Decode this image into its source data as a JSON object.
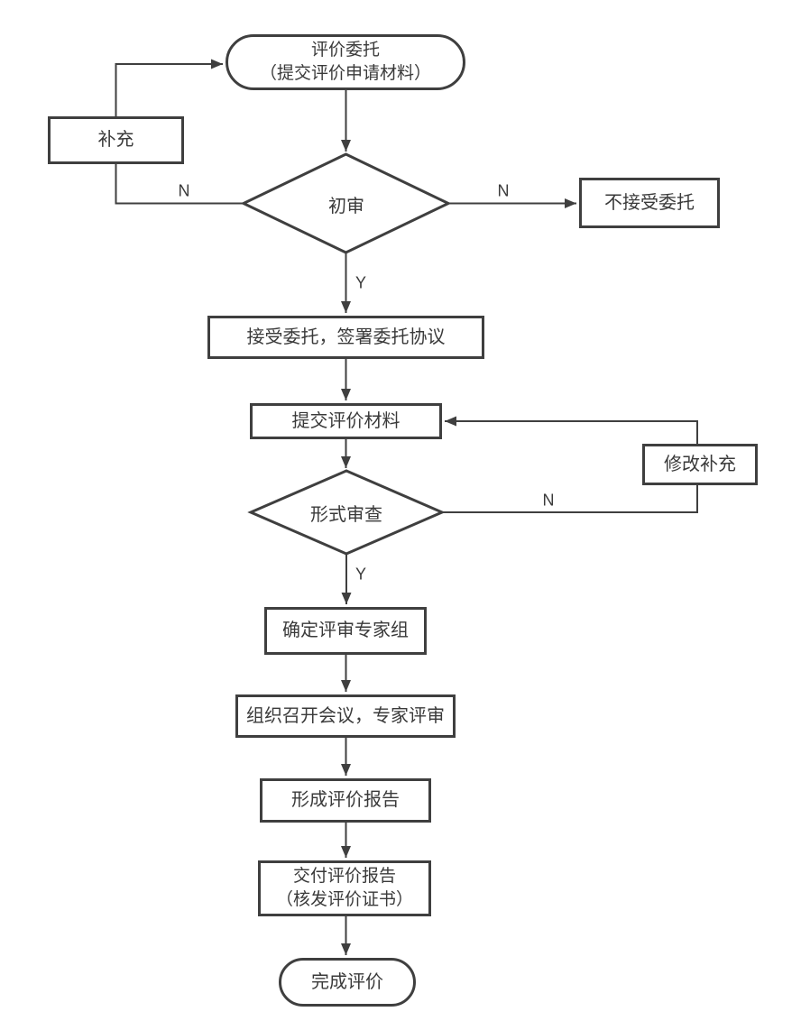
{
  "flowchart": {
    "colors": {
      "background": "#ffffff",
      "line": "#3f3f3f",
      "text": "#3a3a3a"
    },
    "nodes": {
      "start": {
        "type": "terminator",
        "lines": [
          "评价委托",
          "（提交评价申请材料）"
        ]
      },
      "supplement": {
        "type": "process",
        "label": "补充"
      },
      "initial_review": {
        "type": "decision",
        "label": "初审"
      },
      "reject": {
        "type": "process",
        "label": "不接受委托"
      },
      "accept": {
        "type": "process",
        "label": "接受委托，签署委托协议"
      },
      "submit_materials": {
        "type": "process",
        "label": "提交评价材料"
      },
      "revise_supplement": {
        "type": "process",
        "label": "修改补充"
      },
      "formal_review": {
        "type": "decision",
        "label": "形式审查"
      },
      "expert_panel": {
        "type": "process",
        "label": "确定评审专家组"
      },
      "review_meeting": {
        "type": "process",
        "label": "组织召开会议，专家评审"
      },
      "form_report": {
        "type": "process",
        "label": "形成评价报告"
      },
      "deliver_report": {
        "type": "process",
        "lines": [
          "交付评价报告",
          "（核发评价证书）"
        ]
      },
      "end": {
        "type": "terminator",
        "label": "完成评价"
      }
    },
    "edge_labels": {
      "initial_review_no_left": "N",
      "initial_review_no_right": "N",
      "initial_review_yes": "Y",
      "formal_review_no": "N",
      "formal_review_yes": "Y"
    }
  }
}
